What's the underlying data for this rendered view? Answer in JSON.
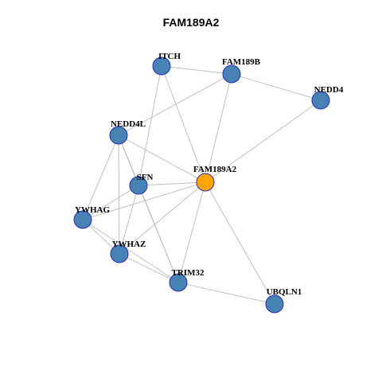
{
  "title": "FAM189A2",
  "colors": {
    "center": "#FFA500",
    "node": "#4682B4",
    "stroke": "#2A2AB8",
    "edge": "#B8B8B8"
  },
  "nodes": [
    {
      "id": "FAM189A2",
      "label": "FAM189A2",
      "center": true
    },
    {
      "id": "ITCH",
      "label": "ITCH"
    },
    {
      "id": "FAM189B",
      "label": "FAM189B"
    },
    {
      "id": "NEDD4",
      "label": "NEDD4"
    },
    {
      "id": "NEDD4L",
      "label": "NEDD4L"
    },
    {
      "id": "SFN",
      "label": "SFN"
    },
    {
      "id": "YWHAG",
      "label": "YWHAG"
    },
    {
      "id": "YWHAZ",
      "label": "YWHAZ"
    },
    {
      "id": "TRIM32",
      "label": "TRIM32"
    },
    {
      "id": "UBQLN1",
      "label": "UBQLN1"
    }
  ],
  "edges": [
    [
      "ITCH",
      "FAM189B"
    ],
    [
      "ITCH",
      "FAM189A2"
    ],
    [
      "ITCH",
      "SFN"
    ],
    [
      "FAM189B",
      "NEDD4"
    ],
    [
      "FAM189B",
      "FAM189A2"
    ],
    [
      "FAM189B",
      "NEDD4L"
    ],
    [
      "NEDD4",
      "FAM189A2"
    ],
    [
      "NEDD4L",
      "FAM189A2"
    ],
    [
      "NEDD4L",
      "SFN"
    ],
    [
      "NEDD4L",
      "YWHAG"
    ],
    [
      "NEDD4L",
      "YWHAZ"
    ],
    [
      "NEDD4L",
      "TRIM32"
    ],
    [
      "SFN",
      "FAM189A2"
    ],
    [
      "SFN",
      "YWHAG"
    ],
    [
      "SFN",
      "YWHAZ"
    ],
    [
      "SFN",
      "TRIM32"
    ],
    [
      "YWHAG",
      "FAM189A2"
    ],
    [
      "YWHAG",
      "YWHAZ"
    ],
    [
      "YWHAG",
      "TRIM32"
    ],
    [
      "YWHAZ",
      "FAM189A2"
    ],
    [
      "YWHAZ",
      "TRIM32"
    ],
    [
      "TRIM32",
      "FAM189A2"
    ],
    [
      "TRIM32",
      "UBQLN1"
    ],
    [
      "UBQLN1",
      "FAM189A2"
    ]
  ]
}
